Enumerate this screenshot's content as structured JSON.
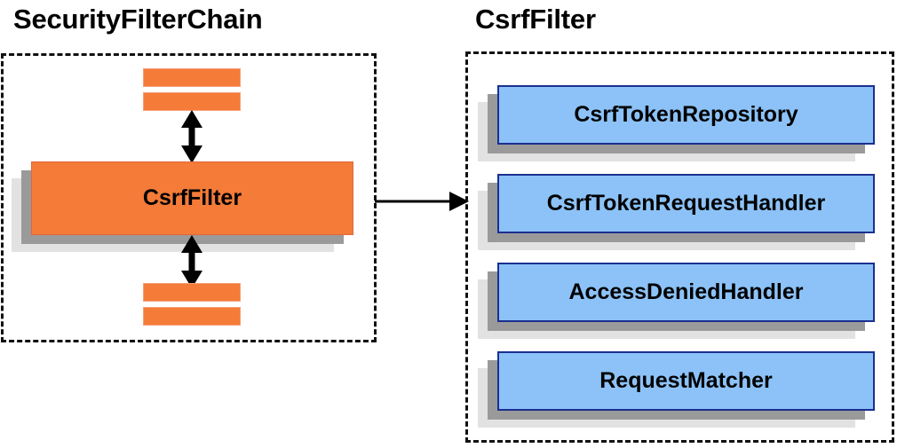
{
  "diagram": {
    "type": "architecture-block-diagram",
    "background_color": "#ffffff",
    "panels": [
      {
        "id": "security-filter-chain",
        "title": "SecurityFilterChain",
        "border_style": "dashed",
        "border_color": "#111111",
        "node_color": "#f47b38",
        "nodes": [
          {
            "label": "CsrfFilter"
          }
        ],
        "stub_bars": 4
      },
      {
        "id": "csrf-filter",
        "title": "CsrfFilter",
        "border_style": "dashed",
        "border_color": "#111111",
        "node_color": "#8cc2f7",
        "node_border_color": "#1b2f8f",
        "nodes": [
          {
            "label": "CsrfTokenRepository"
          },
          {
            "label": "CsrfTokenRequestHandler"
          },
          {
            "label": "AccessDeniedHandler"
          },
          {
            "label": "RequestMatcher"
          }
        ]
      }
    ],
    "connectors": [
      {
        "id": "chain-to-csrf",
        "from": "security-filter-chain",
        "to": "csrf-filter",
        "style": "single-arrow",
        "color": "#000000"
      },
      {
        "id": "above-csrffilter",
        "style": "double-arrow",
        "color": "#000000"
      },
      {
        "id": "below-csrffilter",
        "style": "double-arrow",
        "color": "#000000"
      }
    ],
    "colors": {
      "orange_fill": "#f47b38",
      "orange_border": "#e0673f",
      "blue_fill": "#8cc2f7",
      "blue_border": "#1b2f8f",
      "shadow_mid": "#9a9a9a",
      "shadow_back": "#e2e2e2",
      "text": "#000000"
    }
  }
}
